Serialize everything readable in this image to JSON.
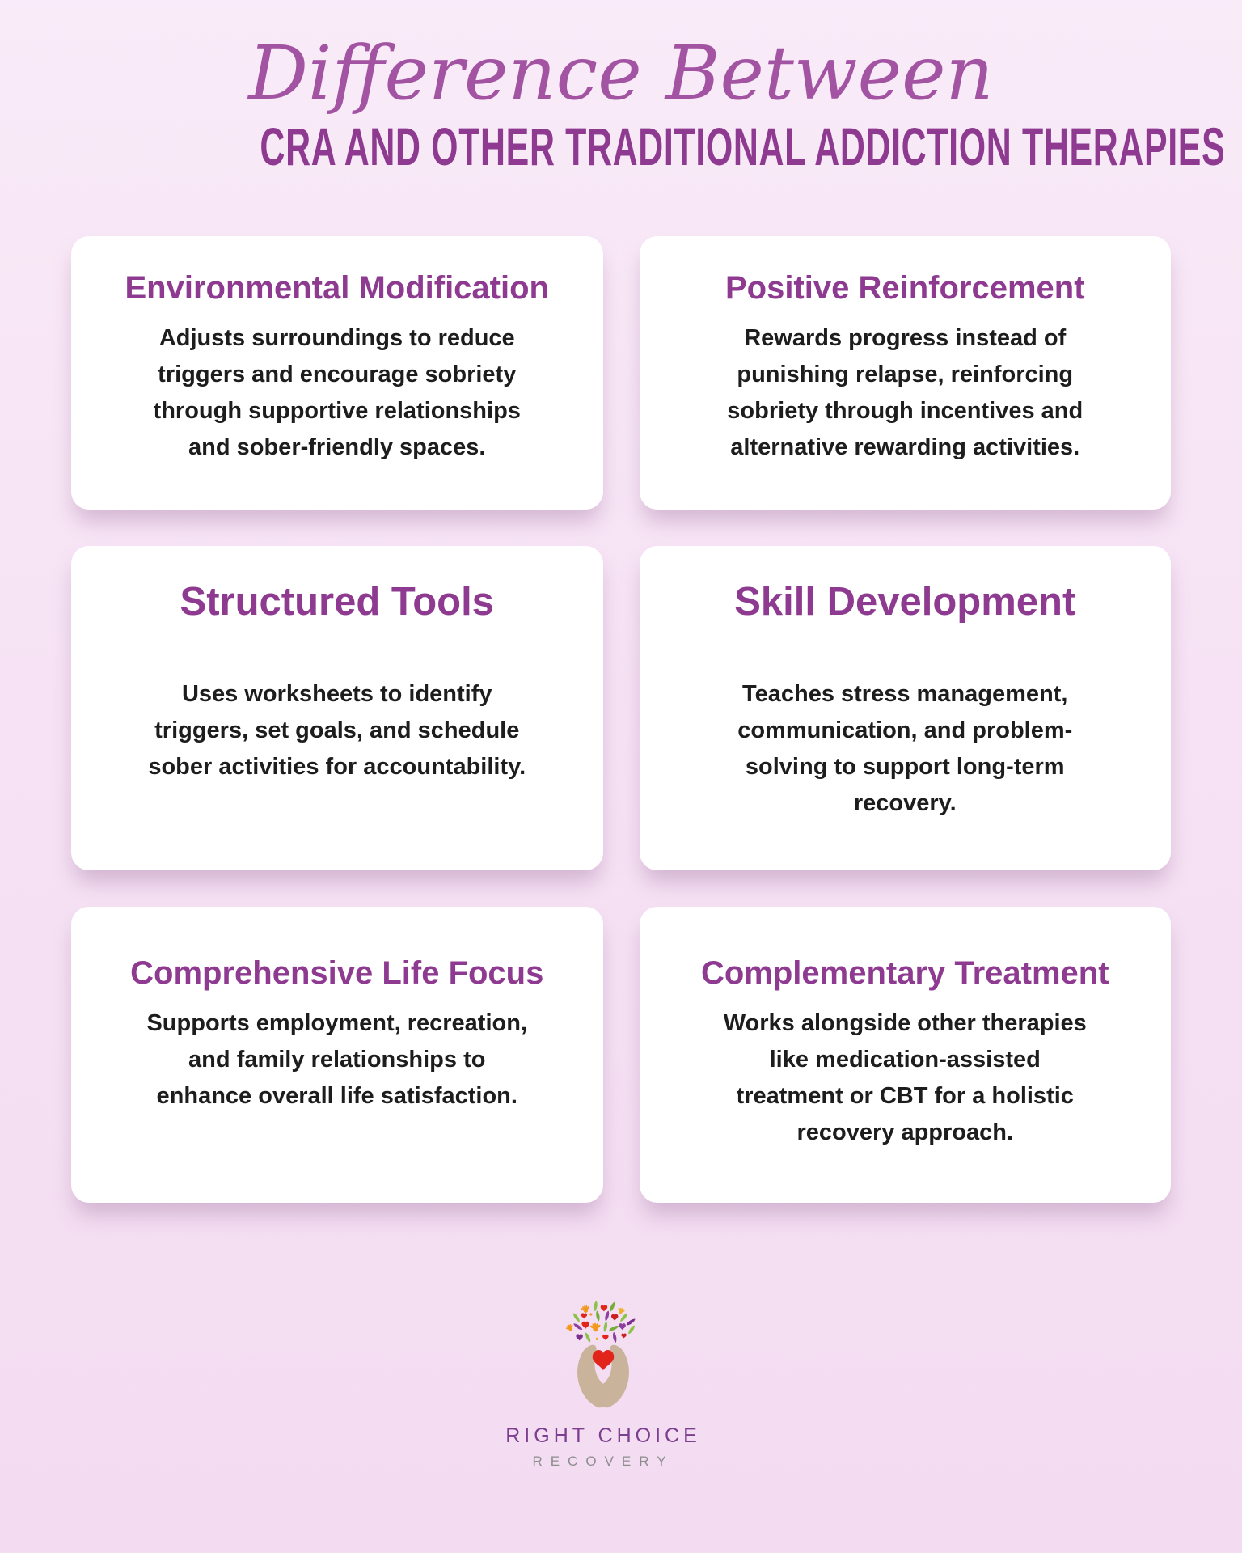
{
  "header": {
    "script_title": "Difference Between",
    "main_title": "CRA AND OTHER TRADITIONAL ADDICTION THERAPIES"
  },
  "colors": {
    "background_pink": "#f6e2f4",
    "accent_purple": "#8d3a90",
    "script_purple": "#a253a2",
    "body_text": "#1d1d1d",
    "card_white": "#ffffff",
    "logo_hand_tan": "#c9b39b",
    "logo_heart_red": "#e1251b",
    "logo_leaf_green": "#8bc249",
    "logo_leaf_purple": "#8b3f9e",
    "logo_hand_orange": "#f2981d",
    "brand_purple": "#7c3e8f",
    "brand_gray": "#8d8d8d"
  },
  "cards": [
    {
      "title": "Environmental Modification",
      "body": [
        "Adjusts surroundings to reduce",
        "triggers and encourage sobriety",
        "through supportive relationships",
        "and sober-friendly spaces."
      ]
    },
    {
      "title": "Positive Reinforcement",
      "body": [
        "Rewards progress instead of",
        "punishing relapse, reinforcing",
        "sobriety through incentives and",
        "alternative rewarding activities."
      ]
    },
    {
      "title": "Structured Tools",
      "body": [
        "Uses worksheets to identify",
        "triggers, set goals, and schedule",
        "sober activities for accountability."
      ]
    },
    {
      "title": "Skill Development",
      "body": [
        "Teaches stress management,",
        "communication, and problem-",
        "solving to support long-term",
        "recovery."
      ]
    },
    {
      "title": "Comprehensive Life Focus",
      "body": [
        "Supports employment, recreation,",
        "and family relationships to",
        "enhance overall life satisfaction."
      ]
    },
    {
      "title": "Complementary Treatment",
      "body": [
        "Works alongside other therapies",
        "like medication-assisted",
        "treatment or CBT for a holistic",
        "recovery approach."
      ]
    }
  ],
  "logo": {
    "icon": "hands-heart-tree-icon",
    "brand": "RIGHT CHOICE",
    "sub": "RECOVERY"
  }
}
